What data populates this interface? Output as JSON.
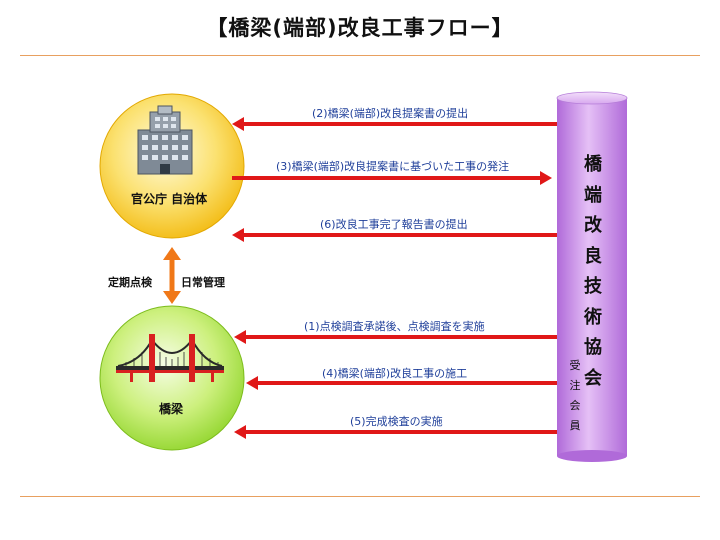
{
  "title": "【橋梁(端部)改良工事フロー】",
  "nodes": {
    "government": "官公庁 自治体",
    "bridge": "橋梁"
  },
  "association": {
    "name_chars": [
      "橋",
      "端",
      "改",
      "良",
      "技",
      "術",
      "協",
      "会"
    ],
    "sub_chars": [
      "受",
      "注",
      "会",
      "員"
    ]
  },
  "side_labels": {
    "left": "定期点検",
    "right": "日常管理"
  },
  "flows": [
    {
      "label": "(2)橋梁(端部)改良提案書の提出",
      "direction": "to-government"
    },
    {
      "label": "(3)橋梁(端部)改良提案書に基づいた工事の発注",
      "direction": "to-association"
    },
    {
      "label": "(6)改良工事完了報告書の提出",
      "direction": "to-government"
    },
    {
      "label": "(1)点検調査承諾後、点検調査を実施",
      "direction": "to-bridge"
    },
    {
      "label": "(4)橋梁(端部)改良工事の施工",
      "direction": "to-bridge"
    },
    {
      "label": "(5)完成検査の実施",
      "direction": "to-bridge"
    }
  ],
  "colors": {
    "arrow": "#e01818",
    "label": "#1f3f9a",
    "government_circle": "#f5c318",
    "bridge_circle": "#a6de3a",
    "cylinder": "#c58be8",
    "link_arrow": "#f07818",
    "rule": "#e8a060"
  }
}
